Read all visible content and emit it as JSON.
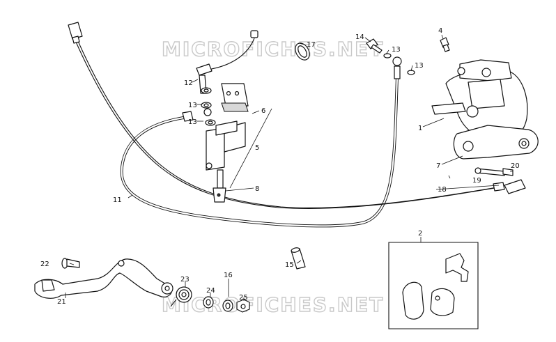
{
  "watermark": {
    "top": "MICROFICHES.NET",
    "bottom": "MICROFICHES.NET"
  },
  "callouts": [
    "1",
    "2",
    "4",
    "5",
    "6",
    "7",
    "8",
    "11",
    "12",
    "13",
    "13",
    "13",
    "13",
    "14",
    "15",
    "16",
    "17",
    "18",
    "19",
    "20",
    "21",
    "22",
    "23",
    "24",
    "25"
  ]
}
